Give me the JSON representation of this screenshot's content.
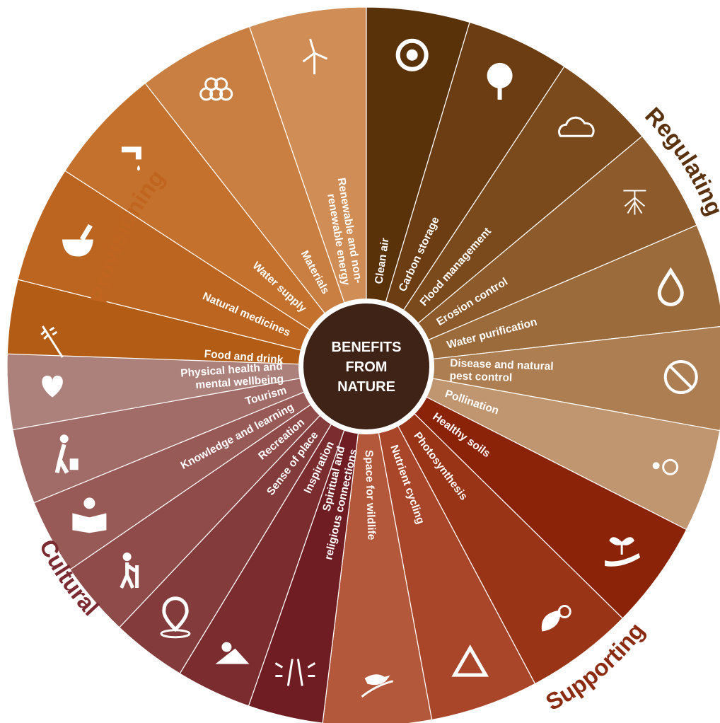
{
  "center": {
    "lines": [
      "BENEFITS",
      "FROM",
      "NATURE"
    ]
  },
  "categories": [
    {
      "name": "Provisioning",
      "color": "#c0651f",
      "segments": [
        {
          "lines": [
            "Food and drink"
          ],
          "icon": "wheat-icon",
          "color": "#b35c15"
        },
        {
          "lines": [
            "Natural medicines"
          ],
          "icon": "mortar-pestle-icon",
          "color": "#bb6520"
        },
        {
          "lines": [
            "Water supply"
          ],
          "icon": "tap-icon",
          "color": "#c3712d"
        },
        {
          "lines": [
            "Materials"
          ],
          "icon": "logs-icon",
          "color": "#c97f41"
        },
        {
          "lines": [
            "Renewable and non-",
            "renewable energy"
          ],
          "icon": "wind-turbine-icon",
          "color": "#d08d55"
        }
      ]
    },
    {
      "name": "Regulating",
      "color": "#5a3210",
      "segments": [
        {
          "lines": [
            "Clean air"
          ],
          "icon": "swirl-icon",
          "color": "#5a3209"
        },
        {
          "lines": [
            "Carbon storage"
          ],
          "icon": "co2-tree-icon",
          "color": "#6c3d12"
        },
        {
          "lines": [
            "Flood management"
          ],
          "icon": "rain-cloud-icon",
          "color": "#7b4a1c"
        },
        {
          "lines": [
            "Erosion control"
          ],
          "icon": "roots-icon",
          "color": "#8c5a2b"
        },
        {
          "lines": [
            "Water purification"
          ],
          "icon": "water-drop-icon",
          "color": "#9c6b3c"
        },
        {
          "lines": [
            "Disease and natural",
            "pest control"
          ],
          "icon": "no-tick-icon",
          "color": "#ad7e52"
        },
        {
          "lines": [
            "Pollination"
          ],
          "icon": "bee-flower-icon",
          "color": "#bf9670"
        }
      ]
    },
    {
      "name": "Supporting",
      "color": "#8a2a10",
      "segments": [
        {
          "lines": [
            "Healthy soils"
          ],
          "icon": "sprout-hand-icon",
          "color": "#8b2308"
        },
        {
          "lines": [
            "Photosynthesis"
          ],
          "icon": "leaf-sun-icon",
          "color": "#9a3417"
        },
        {
          "lines": [
            "Nutrient cycling"
          ],
          "icon": "recycle-n-icon",
          "color": "#a94629"
        },
        {
          "lines": [
            "Space for wildlife"
          ],
          "icon": "bird-branch-icon",
          "color": "#b4583b"
        }
      ]
    },
    {
      "name": "Cultural",
      "color": "#7a2a30",
      "segments": [
        {
          "lines": [
            "Spiritual and",
            "religious connections"
          ],
          "icon": "praying-hands-icon",
          "color": "#6f1d22"
        },
        {
          "lines": [
            "Inspiration"
          ],
          "icon": "photographer-icon",
          "color": "#7a2c2f"
        },
        {
          "lines": [
            "Sense of place"
          ],
          "icon": "location-heart-icon",
          "color": "#843b3b"
        },
        {
          "lines": [
            "Recreation"
          ],
          "icon": "hiker-icon",
          "color": "#8f4b4a"
        },
        {
          "lines": [
            "Knowledge and learning"
          ],
          "icon": "reader-icon",
          "color": "#985a57"
        },
        {
          "lines": [
            "Tourism"
          ],
          "icon": "traveler-icon",
          "color": "#a16b67"
        },
        {
          "lines": [
            "Physical health and",
            "mental wellbeing"
          ],
          "icon": "heart-icon",
          "color": "#ad817b"
        }
      ]
    }
  ]
}
